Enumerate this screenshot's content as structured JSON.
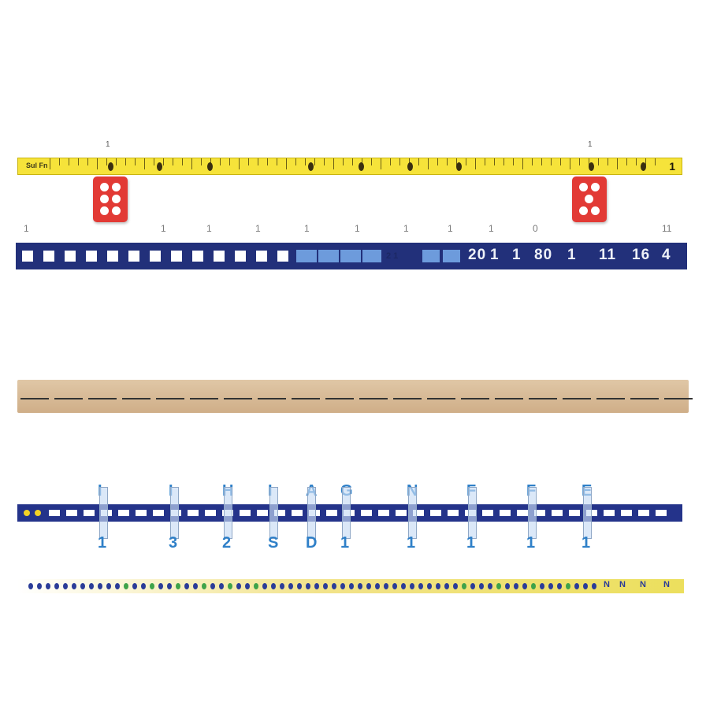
{
  "header": {
    "title": "",
    "subtitle": "",
    "caption": ""
  },
  "ruler_yellow": {
    "label": "Sul Fn",
    "end_value": "1",
    "pin_labels": [
      "1",
      "1"
    ],
    "dice": [
      {
        "face": 6,
        "color": "#e23a35"
      },
      {
        "face": 5,
        "color": "#e23a35"
      }
    ],
    "accent_color": "#f6e33a"
  },
  "ruler_navy": {
    "scale_labels": [
      "1",
      "1",
      "1",
      "1",
      "1",
      "1",
      "1",
      "1",
      "1",
      "0",
      "11"
    ],
    "middle_label": "2 1",
    "numbers": [
      "20",
      "1",
      "1",
      "80",
      "1",
      "11",
      "16",
      "4"
    ],
    "accent_color": "#22307a"
  },
  "ruler_tan": {
    "accent_color": "#cfae88"
  },
  "ruler_markers": {
    "letters": [
      "I",
      "I",
      "H",
      "I",
      "A",
      "G",
      "N",
      "F",
      "F",
      "E"
    ],
    "numbers": [
      "1",
      "3",
      "2",
      "S",
      "D",
      "1",
      "1",
      "1",
      "1",
      "1"
    ],
    "accent_color": "#24338a"
  },
  "ruler_dotted": {
    "end_labels": [
      "N",
      "N",
      "N",
      "N"
    ],
    "accent_color": "#ecdf5d"
  }
}
